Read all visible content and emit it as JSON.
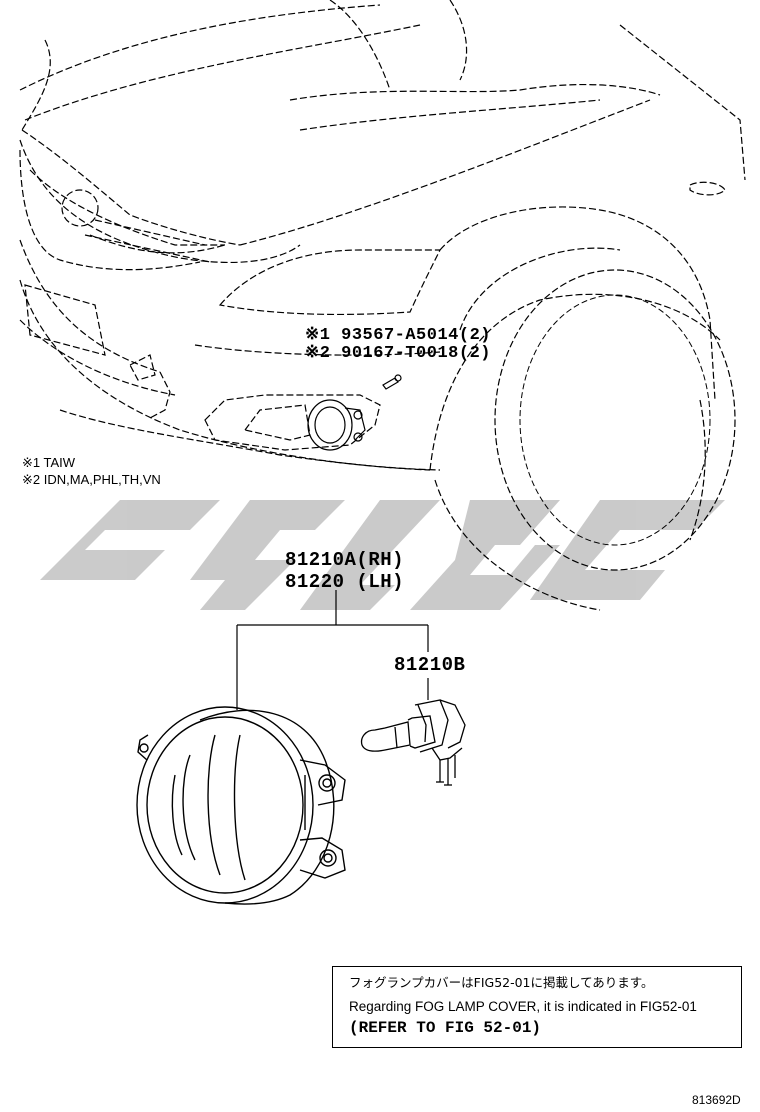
{
  "watermark": {
    "text": "",
    "color": "#c8c8c8"
  },
  "callouts": {
    "bolt1": "※1 93567-A5014(2)",
    "bolt2": "※2 90167-T0018(2)",
    "fog_lamp_rh": "81210A(RH)",
    "fog_lamp_lh": "81220 (LH)",
    "bulb": "81210B"
  },
  "legend": {
    "note1": "※1 TAIW",
    "note2": "※2 IDN,MA,PHL,TH,VN"
  },
  "reference_note": {
    "japanese": "フォグランプカバーはFIG52-01に掲載してあります。",
    "english": "Regarding FOG LAMP COVER, it is indicated in FIG52-01",
    "refer": "(REFER TO FIG 52-01)"
  },
  "figure_id": "813692D"
}
